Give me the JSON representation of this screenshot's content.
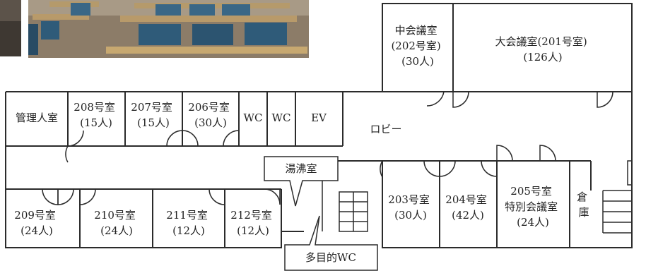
{
  "rooms": {
    "kanrinin": [
      "管理人室"
    ],
    "r208": [
      "208号室",
      "(15人)"
    ],
    "r207": [
      "207号室",
      "(15人)"
    ],
    "r206": [
      "206号室",
      "(30人)"
    ],
    "wc1": [
      "WC"
    ],
    "wc2": [
      "WC"
    ],
    "ev": [
      "EV"
    ],
    "lobby": [
      "ロビー"
    ],
    "r202": [
      "中会議室",
      "(202号室)",
      "(30人)"
    ],
    "r201": [
      "大会議室(201号室)",
      "(126人)"
    ],
    "r209": [
      "209号室",
      "(24人)"
    ],
    "r210": [
      "210号室",
      "(24人)"
    ],
    "r211": [
      "211号室",
      "(12人)"
    ],
    "r212": [
      "212号室",
      "(12人)"
    ],
    "r203": [
      "203号室",
      "(30人)"
    ],
    "r204": [
      "204号室",
      "(42人)"
    ],
    "r205": [
      "205号室",
      "特別会議室",
      "(24人)"
    ],
    "souko": [
      "倉",
      "庫"
    ]
  },
  "callouts": {
    "yuwakashi": "湯沸室",
    "tamokuteki_wc": "多目的WC"
  },
  "photo": {
    "icon": "classroom-photo",
    "colors": {
      "wall": "#6b6257",
      "floor": "#8a7a66",
      "desk": "#b89a6a",
      "chair": "#2f5b79"
    }
  }
}
